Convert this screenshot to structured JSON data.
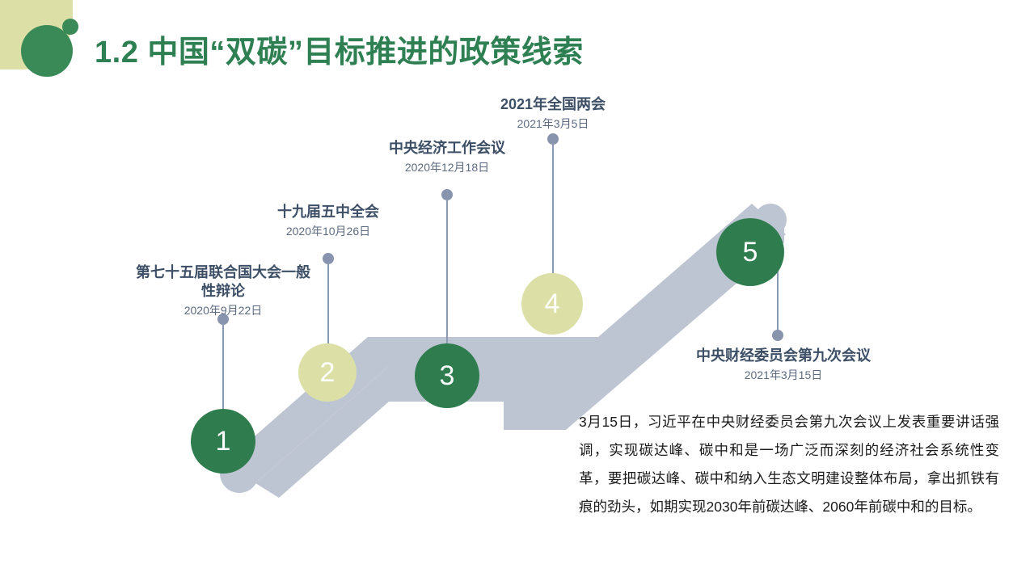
{
  "slide": {
    "title": "1.2 中国“双碳”目标推进的政策线索",
    "theme": {
      "title_green": "#2E8053",
      "step_green": "#2F7D4F",
      "step_lime": "#DCE0A6",
      "ribbon_grey": "#BEC5D2",
      "label_dark": "#3D4F66",
      "date_grey": "#5C6B80",
      "connector_grey": "#8894AD",
      "deco_lime": "#DCE0A6",
      "deco_green": "#3A8A58"
    }
  },
  "decorations": [
    {
      "name": "header-blob",
      "shape": "rounded-square"
    },
    {
      "name": "header-circle-large",
      "shape": "circle"
    },
    {
      "name": "header-circle-small",
      "shape": "circle"
    }
  ],
  "timeline": {
    "steps": [
      {
        "number": "1",
        "color": "green"
      },
      {
        "number": "2",
        "color": "lime"
      },
      {
        "number": "3",
        "color": "green"
      },
      {
        "number": "4",
        "color": "lime"
      },
      {
        "number": "5",
        "color": "green"
      }
    ],
    "events": [
      {
        "id": "event-1",
        "title": "第七十五届联合国大会一般\n性辩论",
        "date": "2020年9月22日"
      },
      {
        "id": "event-2",
        "title": "十九届五中全会",
        "date": "2020年10月26日"
      },
      {
        "id": "event-3",
        "title": "中央经济工作会议",
        "date": "2020年12月18日"
      },
      {
        "id": "event-4",
        "title": "2021年全国两会",
        "date": "2021年3月5日"
      },
      {
        "id": "event-5",
        "title": "中央财经委员会第九次会议",
        "date": "2021年3月15日"
      }
    ]
  },
  "body": {
    "paragraph": "3月15日，习近平在中央财经委员会第九次会议上发表重要讲话强调，实现碳达峰、碳中和是一场广泛而深刻的经济社会系统性变革，要把碳达峰、碳中和纳入生态文明建设整体布局，拿出抓铁有痕的劲头，如期实现2030年前碳达峰、2060年前碳中和的目标。"
  }
}
